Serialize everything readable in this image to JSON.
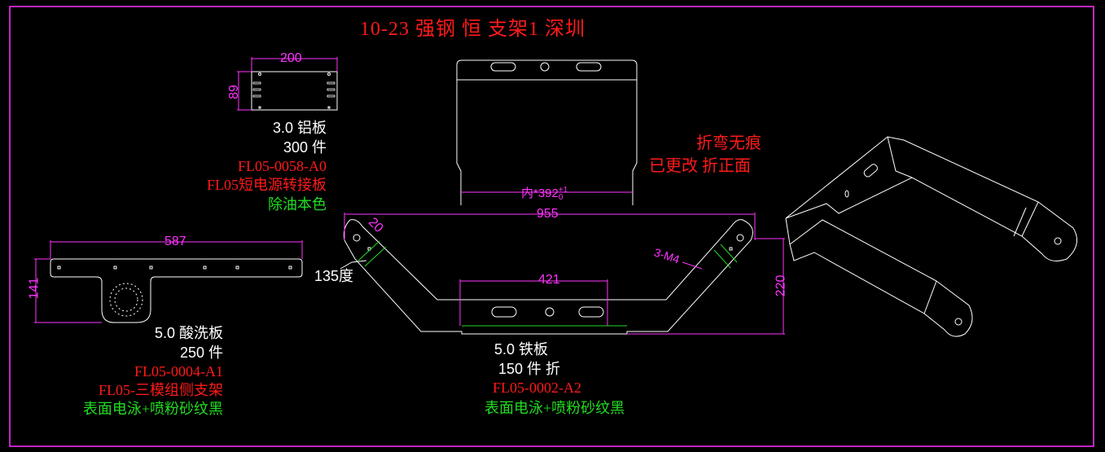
{
  "title": "10-23 强钢 恒 支架1 深圳",
  "colors": {
    "background": "#000000",
    "frame": "#ff33ff",
    "outline": "#ffffff",
    "dimension": "#ff33ff",
    "part_number": "#ff1a1a",
    "finish": "#22dd22"
  },
  "part_a": {
    "dim_width": "200",
    "dim_height": "89",
    "material": "3.0 铝板",
    "quantity": "300 件",
    "part_no": "FL05-0058-A0",
    "name": "FL05短电源转接板",
    "finish": "除油本色"
  },
  "part_b": {
    "dim_width": "587",
    "dim_height": "141",
    "material": "5.0 酸洗板",
    "quantity": "250 件",
    "part_no": "FL05-0004-A1",
    "name": "FL05-三模组侧支架",
    "finish": "表面电泳+喷粉砂纹黑"
  },
  "part_c": {
    "dim_inner": "内*392",
    "tol_upper": "+1",
    "tol_lower": "0",
    "dim_width": "955",
    "dim_bend": "20",
    "dim_angle": "135度",
    "dim_center": "421",
    "dim_height": "220",
    "thread": "3-M4",
    "material": "5.0 铁板",
    "quantity": "150 件 折",
    "part_no": "FL05-0002-A2",
    "finish": "表面电泳+喷粉砂纹黑"
  },
  "notes": {
    "line1": "折弯无痕",
    "line2": "已更改 折正面"
  }
}
